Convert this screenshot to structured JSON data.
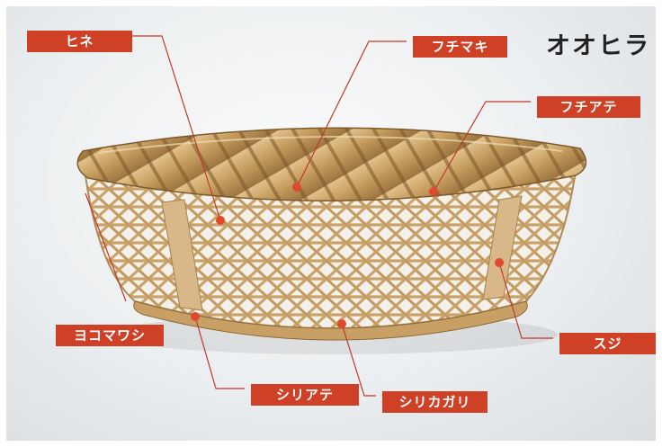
{
  "title": "オオヒラ",
  "labels": {
    "hine": "ヒネ",
    "fuchimaki": "フチマキ",
    "fuchiate": "フチアテ",
    "yokomawashi": "ヨコマワシ",
    "suji": "スジ",
    "shiriate": "シリアテ",
    "shirikagari": "シリカガリ"
  },
  "colors": {
    "label_bg": "#cf4126",
    "label_text": "#ffffff",
    "leader_line": "#c0392b",
    "bamboo": "#c9a36a"
  }
}
